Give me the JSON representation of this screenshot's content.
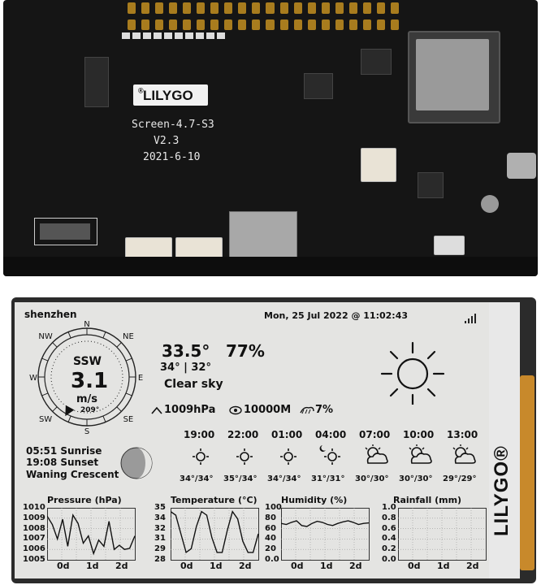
{
  "pcb": {
    "logo": "LILYGO",
    "logo_reg": "®",
    "board_name": "Screen-4.7-S3",
    "version": "V2.3",
    "date": "2021-6-10"
  },
  "display": {
    "brand": "LILYGO®",
    "header": {
      "city": "shenzhen",
      "datetime": "Mon, 25 Jul 2022  @  11:02:43"
    },
    "compass": {
      "directions": [
        "N",
        "NE",
        "E",
        "SE",
        "S",
        "SW",
        "W",
        "NW"
      ],
      "wind_dir": "SSW",
      "wind_speed": "3.1",
      "wind_unit": "m/s",
      "wind_degrees": "209°",
      "wind_angle_deg": 209
    },
    "current": {
      "temperature": "33.5°",
      "humidity": "77%",
      "hi_lo": "34° | 32°",
      "condition": "Clear sky",
      "pressure": "1009hPa",
      "visibility": "10000M",
      "precip": "7%",
      "icon": "sun-icon"
    },
    "astro": {
      "sunrise": "05:51 Sunrise",
      "sunset": "19:08 Sunset",
      "moon_phase": "Waning Crescent"
    },
    "forecast": [
      {
        "time": "19:00",
        "temp": "34°/34°",
        "icon": "sun-small-icon"
      },
      {
        "time": "22:00",
        "temp": "35°/34°",
        "icon": "sun-small-icon"
      },
      {
        "time": "01:00",
        "temp": "34°/34°",
        "icon": "sun-small-icon"
      },
      {
        "time": "04:00",
        "temp": "31°/31°",
        "icon": "moon-sun-icon"
      },
      {
        "time": "07:00",
        "temp": "30°/30°",
        "icon": "sun-cloud-icon"
      },
      {
        "time": "10:00",
        "temp": "30°/30°",
        "icon": "sun-cloud-icon"
      },
      {
        "time": "13:00",
        "temp": "29°/29°",
        "icon": "sun-cloud-icon"
      }
    ],
    "graphs": [
      {
        "title": "Pressure (hPa)",
        "ticks": [
          "1010",
          "1009",
          "1008",
          "1007",
          "1006",
          "1005"
        ],
        "ylim": [
          1005,
          1010
        ],
        "x_labels": [
          "0d",
          "1d",
          "2d"
        ],
        "values": [
          1009.2,
          1008.4,
          1007.0,
          1008.9,
          1006.3,
          1009.3,
          1008.5,
          1006.6,
          1007.3,
          1005.6,
          1006.9,
          1006.3,
          1008.7,
          1006.0,
          1006.4,
          1006.0,
          1006.1,
          1007.3
        ]
      },
      {
        "title": "Temperature (°C)",
        "ticks": [
          "35",
          "34",
          "32",
          "31",
          "29",
          "28"
        ],
        "ylim": [
          28,
          35
        ],
        "x_labels": [
          "0d",
          "1d",
          "2d"
        ],
        "values": [
          34.5,
          34.0,
          31.5,
          29.0,
          29.5,
          32.5,
          34.5,
          34.0,
          31.0,
          29.0,
          29.0,
          32.0,
          34.5,
          33.5,
          30.5,
          29.0,
          29.0,
          31.5
        ]
      },
      {
        "title": "Humidity (%)",
        "ticks": [
          "100",
          "80",
          "60",
          "40",
          "20",
          "0.0"
        ],
        "ylim": [
          0,
          100
        ],
        "x_labels": [
          "0d",
          "1d",
          "2d"
        ],
        "values": [
          70,
          68,
          72,
          75,
          66,
          64,
          70,
          74,
          72,
          68,
          66,
          70,
          73,
          75,
          72,
          68,
          70,
          71
        ]
      },
      {
        "title": "Rainfall (mm)",
        "ticks": [
          "1.0",
          "0.8",
          "0.6",
          "0.4",
          "0.2",
          "0.0"
        ],
        "ylim": [
          0,
          1
        ],
        "x_labels": [
          "0d",
          "1d",
          "2d"
        ],
        "values": []
      }
    ]
  }
}
